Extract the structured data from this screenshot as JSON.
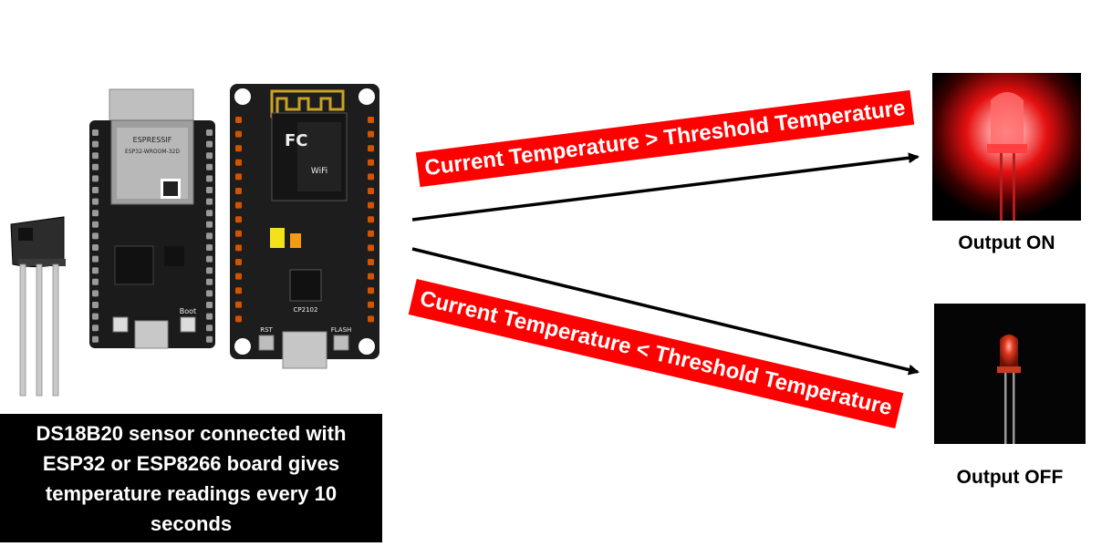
{
  "banners": {
    "above": "Current Temperature > Threshold Temperature",
    "below": "Current Temperature < Threshold Temperature"
  },
  "outputs": {
    "on_label": "Output ON",
    "off_label": "Output OFF"
  },
  "description": "DS18B20 sensor connected with ESP32 or ESP8266 board gives temperature readings every 10 seconds",
  "board_markings": {
    "esp32_brand": "ESPRESSIF",
    "esp32_module": "ESP32-WROOM-32D",
    "esp32_boot": "Boot",
    "esp8266_fc": "FC",
    "esp8266_wifi": "WiFi",
    "esp8266_chip": "CP2102",
    "esp8266_rst": "RST",
    "esp8266_flash": "FLASH"
  },
  "colors": {
    "banner_red": "#ff0000",
    "led_red": "#ff2a2a",
    "board_black": "#1b1b1b"
  }
}
